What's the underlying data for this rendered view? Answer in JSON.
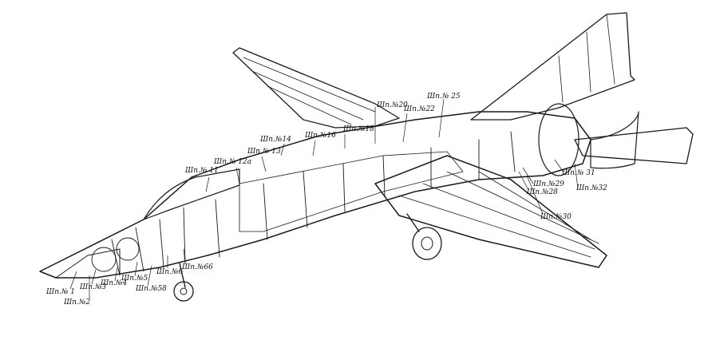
{
  "diagram": {
    "labels": [
      {
        "id": "1",
        "text": "Шп.№ 1"
      },
      {
        "id": "2",
        "text": "Шп.№2"
      },
      {
        "id": "3",
        "text": "Шп.№3"
      },
      {
        "id": "4",
        "text": "Шп.№4"
      },
      {
        "id": "5",
        "text": "Шп.№5"
      },
      {
        "id": "6",
        "text": "Шп.№6"
      },
      {
        "id": "58",
        "text": "Шп.№58"
      },
      {
        "id": "66",
        "text": "Шп.№66"
      },
      {
        "id": "11",
        "text": "Шп.№ 11"
      },
      {
        "id": "12a",
        "text": "Шп.№ 12а"
      },
      {
        "id": "13",
        "text": "Шп.№ 13"
      },
      {
        "id": "14",
        "text": "Шп.№14"
      },
      {
        "id": "16",
        "text": "Шп.№16"
      },
      {
        "id": "18",
        "text": "Шп.№18"
      },
      {
        "id": "20",
        "text": "Шп.№20"
      },
      {
        "id": "22",
        "text": "Шп.№22"
      },
      {
        "id": "25",
        "text": "Шп.№ 25"
      },
      {
        "id": "28",
        "text": "Шп.№28"
      },
      {
        "id": "29",
        "text": "Шп.№29"
      },
      {
        "id": "30",
        "text": "Шп.№30"
      },
      {
        "id": "31",
        "text": "Шп.№ 31"
      },
      {
        "id": "32",
        "text": "Шп.№32"
      }
    ],
    "ink_color": "#1a1a1a",
    "background_color": "#ffffff"
  }
}
